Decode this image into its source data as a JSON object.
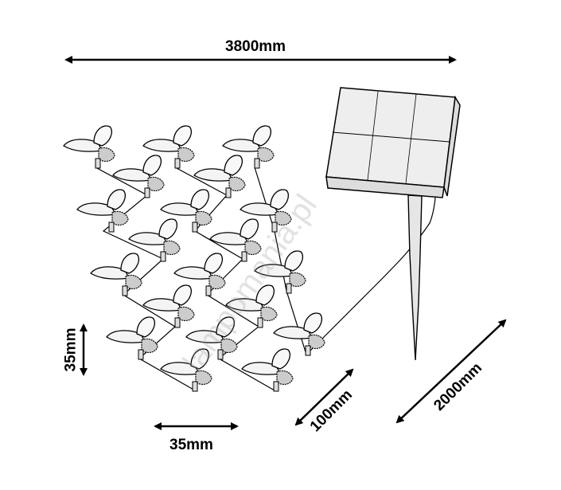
{
  "dimensions": {
    "width_label": "3800mm",
    "bulb_height_label": "35mm",
    "bulb_width_label": "35mm",
    "spacing_label": "100mm",
    "cable_label": "2000mm"
  },
  "watermark": "lampomania.pl",
  "colors": {
    "line": "#000000",
    "background": "#ffffff"
  }
}
